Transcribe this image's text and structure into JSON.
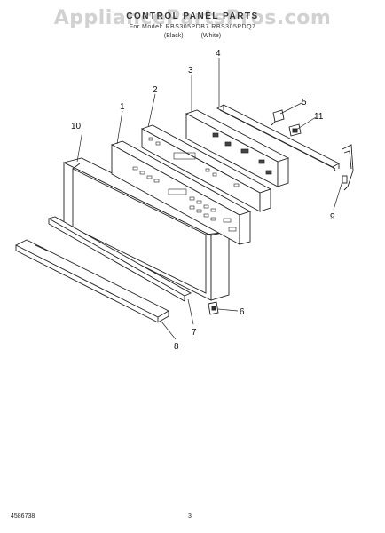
{
  "header": {
    "watermark": "AppliancePartsPros.com",
    "title": "CONTROL PANEL PARTS",
    "model": "For Model: RBS305PDB7 RBS305PDQ7",
    "colors": "(Black) (White)"
  },
  "callouts": [
    "1",
    "2",
    "3",
    "4",
    "5",
    "6",
    "7",
    "8",
    "9",
    "10",
    "11"
  ],
  "footer": {
    "doc_number": "4586738",
    "page_number": "3"
  }
}
